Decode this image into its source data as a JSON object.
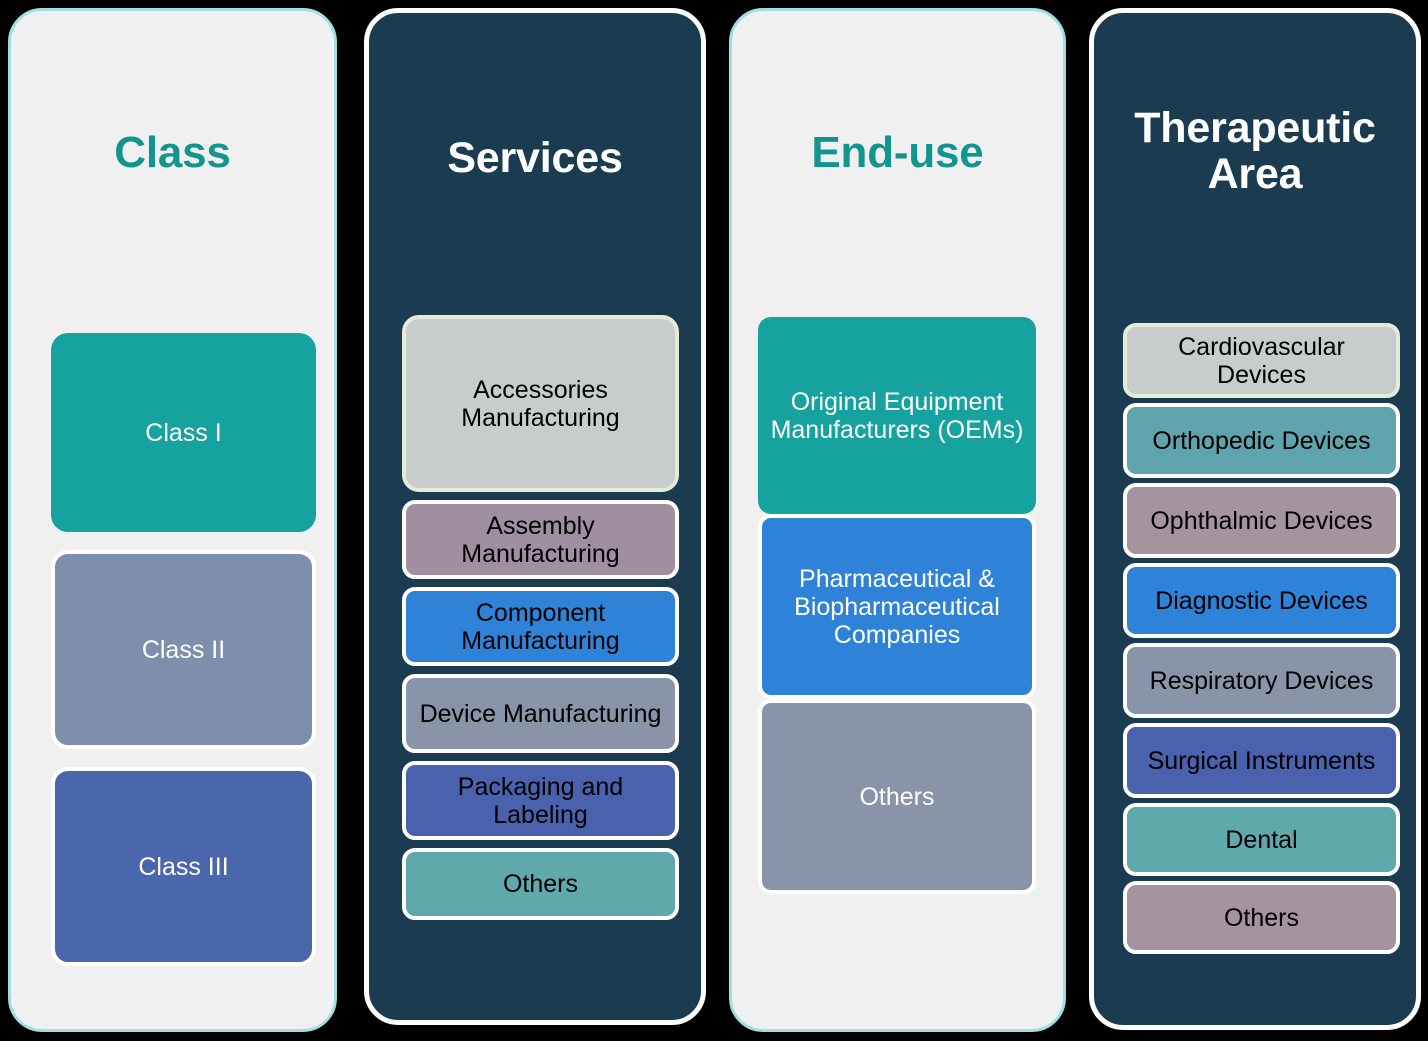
{
  "background_color": "#000000",
  "palette": {
    "card_light_bg": "#f0f0f0",
    "card_light_border": "#9fdfe2",
    "card_dark_bg": "#1b3c50",
    "card_dark_border": "#ffffff",
    "title_teal": "#12958f",
    "title_white": "#ffffff"
  },
  "columns": [
    {
      "id": "class",
      "title": "Class",
      "theme": "light",
      "items": [
        {
          "label": "Class I",
          "fill": "#16a3a0",
          "text_color": "#ffffff",
          "border": "transparent"
        },
        {
          "label": "Class II",
          "fill": "#7e8fad",
          "text_color": "#ffffff",
          "border": "#ffffff"
        },
        {
          "label": "Class III",
          "fill": "#4a66ad",
          "text_color": "#ffffff",
          "border": "#ffffff"
        }
      ]
    },
    {
      "id": "services",
      "title": "Services",
      "theme": "dark",
      "items": [
        {
          "label": "Accessories Manufacturing",
          "fill": "#c6cdcc",
          "text_color": "#000000",
          "border": "#e4ecd9",
          "tall": true
        },
        {
          "label": "Assembly Manufacturing",
          "fill": "#a08fa0",
          "text_color": "#000000",
          "border": "#ffffff",
          "height": 79
        },
        {
          "label": "Component Manufacturing",
          "fill": "#2e83d8",
          "text_color": "#000000",
          "border": "#ffffff",
          "height": 79
        },
        {
          "label": "Device Manufacturing",
          "fill": "#8a94a8",
          "text_color": "#000000",
          "border": "#ffffff",
          "height": 79
        },
        {
          "label": "Packaging and Labeling",
          "fill": "#4a61ae",
          "text_color": "#000000",
          "border": "#ffffff",
          "height": 79
        },
        {
          "label": "Others",
          "fill": "#5fa8ac",
          "text_color": "#000000",
          "border": "#ffffff",
          "height": 72
        }
      ]
    },
    {
      "id": "enduse",
      "title": "End-use",
      "theme": "light",
      "items": [
        {
          "label": "Original Equipment Manufacturers (OEMs)",
          "fill": "#16a3a0",
          "text_color": "#ffffff",
          "border": "transparent",
          "height": 197
        },
        {
          "label": "Pharmaceutical & Biopharmaceutical Companies",
          "fill": "#2e83d8",
          "text_color": "#ffffff",
          "border": "#ffffff",
          "height": 185
        },
        {
          "label": "Others",
          "fill": "#8a94a8",
          "text_color": "#ffffff",
          "border": "#ffffff",
          "height": 195
        }
      ]
    },
    {
      "id": "therapeutic",
      "title": "Therapeutic Area",
      "theme": "dark",
      "items": [
        {
          "label": "Cardiovascular Devices",
          "fill": "#c6cdcc",
          "text_color": "#000000",
          "border": "#e4ecd9",
          "height": 75
        },
        {
          "label": "Orthopedic Devices",
          "fill": "#5fa3ac",
          "text_color": "#000000",
          "border": "#ffffff",
          "height": 75
        },
        {
          "label": "Ophthalmic Devices",
          "fill": "#a593a0",
          "text_color": "#000000",
          "border": "#ffffff",
          "height": 75
        },
        {
          "label": "Diagnostic Devices",
          "fill": "#2e83d8",
          "text_color": "#000000",
          "border": "#ffffff",
          "height": 75
        },
        {
          "label": "Respiratory Devices",
          "fill": "#8a94a8",
          "text_color": "#000000",
          "border": "#ffffff",
          "height": 75
        },
        {
          "label": "Surgical Instruments",
          "fill": "#4a61ae",
          "text_color": "#000000",
          "border": "#ffffff",
          "height": 75
        },
        {
          "label": "Dental",
          "fill": "#5fa8ac",
          "text_color": "#000000",
          "border": "#ffffff",
          "height": 73
        },
        {
          "label": "Others",
          "fill": "#a593a0",
          "text_color": "#000000",
          "border": "#ffffff",
          "height": 73
        }
      ]
    }
  ]
}
